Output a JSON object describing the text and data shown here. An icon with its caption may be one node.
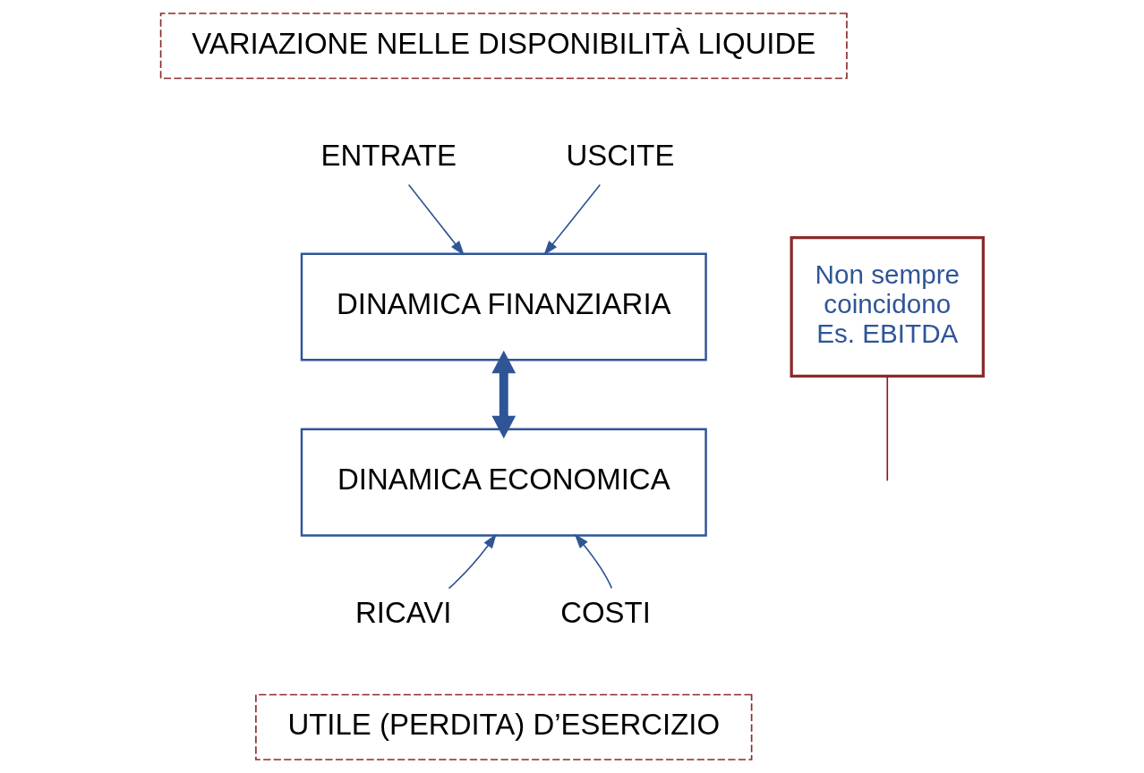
{
  "diagram": {
    "nodes": [
      {
        "text": [
          "VARIAZIONE NELLE DISPONIBILITÀ LIQUIDE"
        ]
      },
      {
        "text": [
          "ENTRATE"
        ]
      },
      {
        "text": [
          "USCITE"
        ]
      },
      {
        "text": [
          "DINAMICA FINANZIARIA"
        ]
      },
      {
        "text": [
          "DINAMICA ECONOMICA"
        ]
      },
      {
        "text": [
          "Non sempre coincidono Es. EBITDA"
        ]
      },
      {
        "text": [
          "RICAVI"
        ]
      },
      {
        "text": [
          "COSTI"
        ]
      },
      {
        "text": [
          "UTILE (PERDITA) D’ESERCIZIO"
        ]
      }
    ],
    "edges": [
      {
        "from": 1,
        "to": 3,
        "arrow": "to"
      },
      {
        "from": 2,
        "to": 3,
        "arrow": "to"
      },
      {
        "from": 3,
        "to": 4,
        "arrow": "both",
        "style": "thick"
      },
      {
        "from": 5,
        "to": null,
        "arrow": "none",
        "color": "#8b1a1a"
      },
      {
        "from": 6,
        "to": 4,
        "arrow": "to"
      },
      {
        "from": 7,
        "to": 4,
        "arrow": "to"
      }
    ]
  }
}
